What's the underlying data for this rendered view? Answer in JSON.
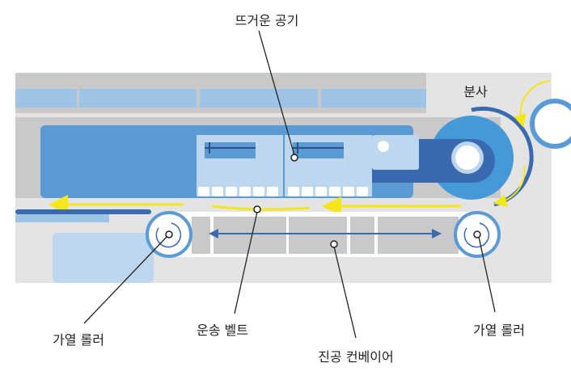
{
  "labels": {
    "hot_air": "뜨거운 공기",
    "spray": "분사",
    "heating_roller_left": "가열 롤러",
    "transport_belt": "운송 벨트",
    "vacuum_conveyor": "진공 컨베이어",
    "heating_roller_right": "가열 롤러"
  },
  "colors": {
    "panel": "#e4e4e4",
    "gray": "#c9c9c9",
    "blue": "#5b9bd5",
    "light_blue": "#bdd7ee",
    "dark_blue": "#3a69b0",
    "yellow": "#f5e61a"
  }
}
